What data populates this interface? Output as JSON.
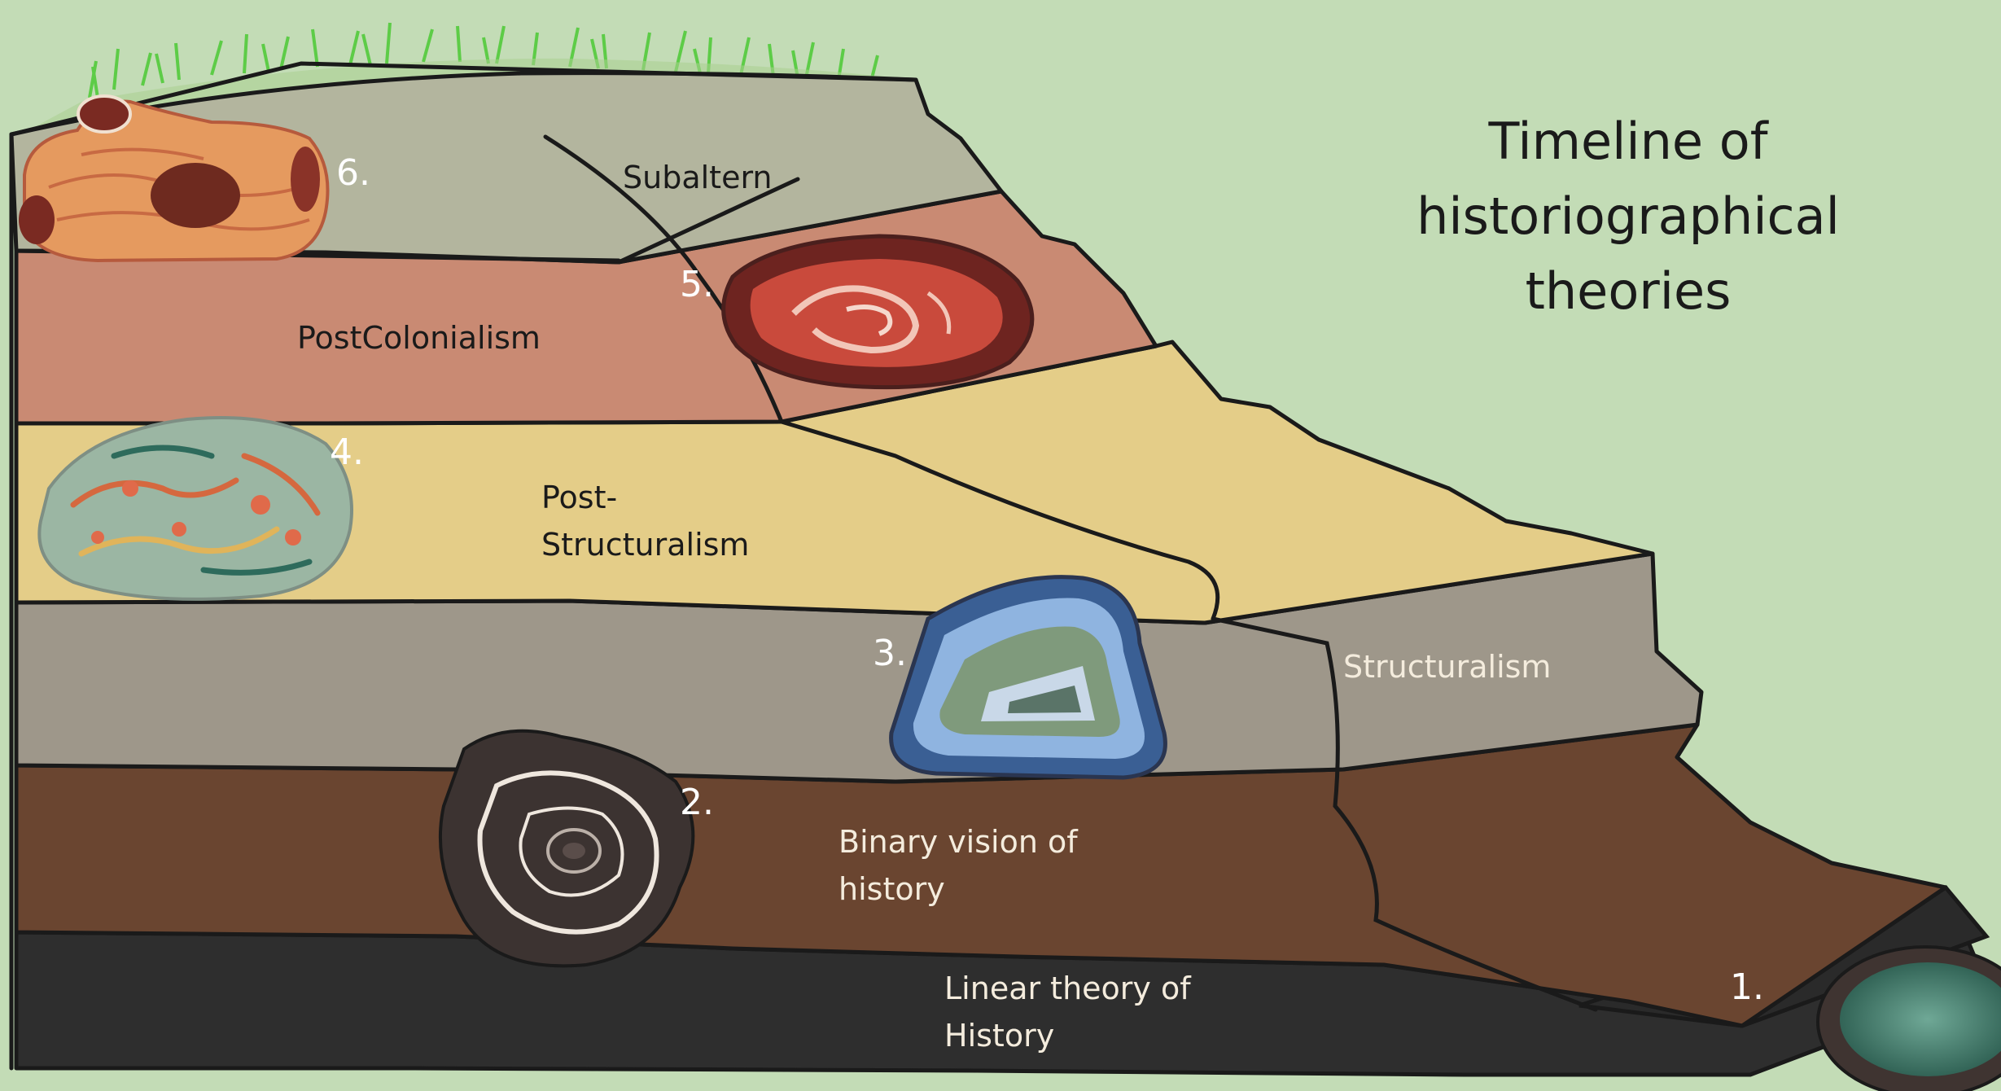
{
  "title": "Timeline of historiographical theories",
  "layers": [
    {
      "number": "1.",
      "label": "Linear theory of History",
      "color": "#2e2e2e"
    },
    {
      "number": "2.",
      "label": "Binary vision of history",
      "color": "#6a4530"
    },
    {
      "number": "3.",
      "label": "Structuralism",
      "color": "#9e978a"
    },
    {
      "number": "4.",
      "label": "Post-Structuralism",
      "color": "#e4cd88"
    },
    {
      "number": "5.",
      "label": "PostColonialism",
      "color": "#c98a73"
    },
    {
      "number": "6.",
      "label": "Subaltern",
      "color": "#b3b59e"
    }
  ],
  "colors": {
    "background": "#c3dcb6",
    "grass": "#5dcc47",
    "outline": "#1a1a1a"
  }
}
